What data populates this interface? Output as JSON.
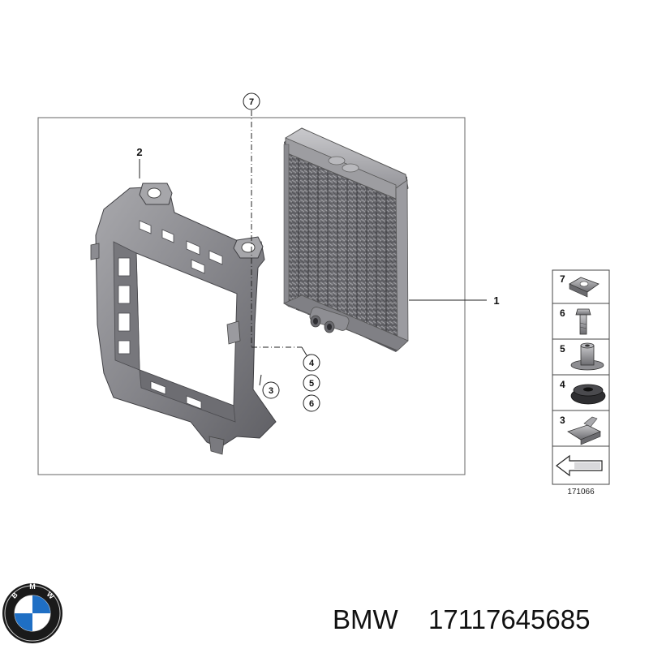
{
  "diagram": {
    "callouts": {
      "part_1": "1",
      "part_2": "2",
      "part_3": "3",
      "part_4": "4",
      "part_5": "5",
      "part_6": "6",
      "part_7": "7"
    },
    "legend": {
      "items": [
        {
          "num": "7",
          "icon": "nut-clip-icon"
        },
        {
          "num": "6",
          "icon": "bolt-icon"
        },
        {
          "num": "5",
          "icon": "spacer-bushing-icon"
        },
        {
          "num": "4",
          "icon": "rubber-grommet-icon"
        },
        {
          "num": "3",
          "icon": "bracket-clip-icon"
        }
      ],
      "arrow_icon": "arrow-icon",
      "code": "171066"
    }
  },
  "footer": {
    "brand": "BMW",
    "part_number": "17117645685",
    "logo_letters": [
      "B",
      "M",
      "W"
    ]
  }
}
